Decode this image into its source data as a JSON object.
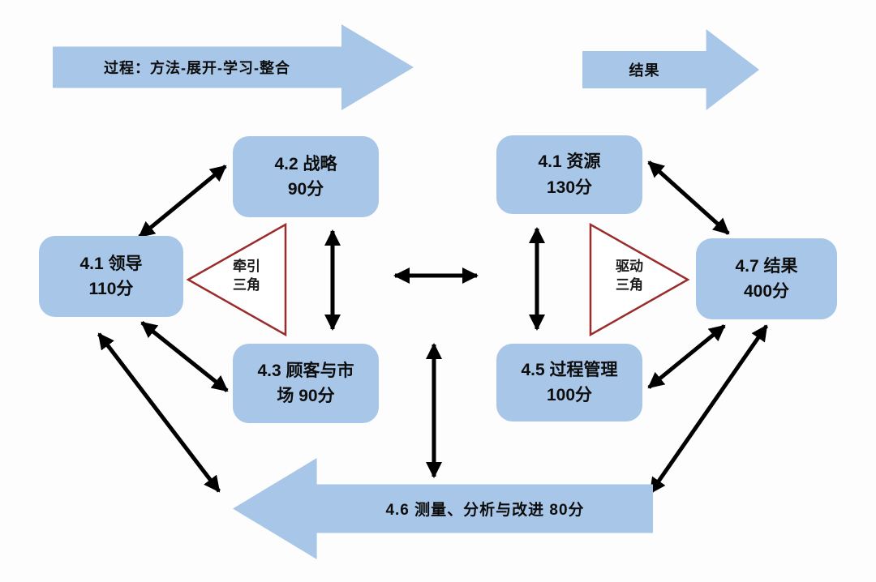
{
  "top_arrows": {
    "process_label": "过程：方法-展开-学习-整合",
    "result_label": "结果"
  },
  "boxes": {
    "leadership": {
      "title": "4.1 领导",
      "score": "110分"
    },
    "strategy": {
      "title": "4.2 战略",
      "score": "90分"
    },
    "customers": {
      "title": "4.3 顾客与市",
      "score": "场  90分"
    },
    "resources": {
      "title": "4.1 资源",
      "score": "130分"
    },
    "process_mgmt": {
      "title": "4.5 过程管理",
      "score": "100分"
    },
    "results": {
      "title": "4.7 结果",
      "score": "400分"
    }
  },
  "triangles": {
    "pull": {
      "line1": "牵引",
      "line2": "三角"
    },
    "drive": {
      "line1": "驱动",
      "line2": "三角"
    }
  },
  "bottom_arrow": {
    "label": "4.6  测量、分析与改进   80分"
  },
  "colors": {
    "shape_blue": "#a8c6e7",
    "triangle_red": "#9b2c2c",
    "connector_black": "#000000"
  }
}
